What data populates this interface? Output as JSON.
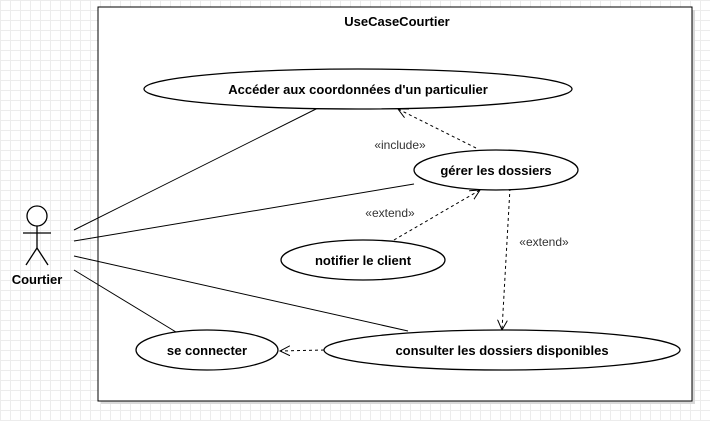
{
  "system": {
    "title": "UseCaseCourtier"
  },
  "actor": {
    "name": "Courtier"
  },
  "use_cases": {
    "acceder": "Accéder aux coordonnées d'un particulier",
    "gerer": "gérer les dossiers",
    "notifier": "notifier le client",
    "connecter": "se connecter",
    "consulter": "consulter les dossiers disponibles"
  },
  "relations": {
    "include": "«include»",
    "extend_notifier": "«extend»",
    "extend_consulter": "«extend»"
  }
}
